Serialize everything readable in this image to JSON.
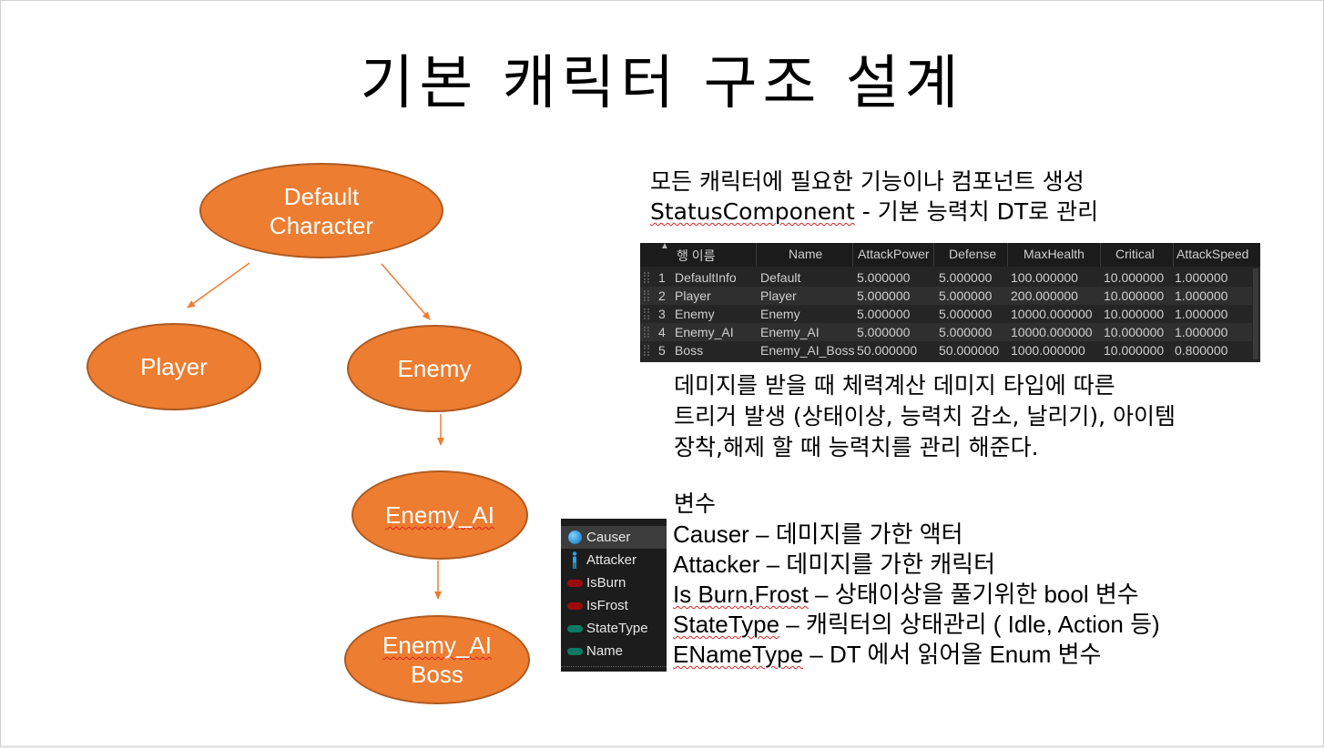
{
  "slide": {
    "title": "기본 캐릭터 구조 설계"
  },
  "hierarchy": {
    "nodes": [
      {
        "line1": "Default",
        "line2": "Character"
      },
      {
        "line1": "Player",
        "line2": ""
      },
      {
        "line1": "Enemy",
        "line2": ""
      },
      {
        "line1": "Enemy_AI",
        "line2": ""
      },
      {
        "line1": "Enemy_AI",
        "line2": "Boss"
      }
    ],
    "colors": {
      "fill": "#ed7d31",
      "outline": "#ae5a21",
      "text": "#ffffff",
      "arrow": "#ed7d31"
    }
  },
  "description": {
    "line1": "모든 캐릭터에 필요한 기능이나 컴포넌트 생성",
    "line2_prefix": "StatusComponent",
    "line2_suffix": " - 기본 능력치 DT로 관리"
  },
  "data_table": {
    "headers": [
      "행 이름",
      "Name",
      "AttackPower",
      "Defense",
      "MaxHealth",
      "Critical",
      "AttackSpeed"
    ],
    "rows": [
      {
        "index": "1",
        "cells": [
          "DefaultInfo",
          "Default",
          "5.000000",
          "5.000000",
          "100.000000",
          "10.000000",
          "1.000000"
        ]
      },
      {
        "index": "2",
        "cells": [
          "Player",
          "Player",
          "5.000000",
          "5.000000",
          "200.000000",
          "10.000000",
          "1.000000"
        ]
      },
      {
        "index": "3",
        "cells": [
          "Enemy",
          "Enemy",
          "5.000000",
          "5.000000",
          "10000.000000",
          "10.000000",
          "1.000000"
        ]
      },
      {
        "index": "4",
        "cells": [
          "Enemy_AI",
          "Enemy_AI",
          "5.000000",
          "5.000000",
          "10000.000000",
          "10.000000",
          "1.000000"
        ]
      },
      {
        "index": "5",
        "cells": [
          "Boss",
          "Enemy_AI_Boss",
          "50.000000",
          "50.000000",
          "1000.000000",
          "10.000000",
          "0.800000"
        ]
      }
    ],
    "colors": {
      "background": "#252525",
      "header": "#1b1b1b",
      "stripe": "#2f2f2f",
      "text": "#cfcfcf"
    }
  },
  "damage_description": {
    "lines": [
      "데미지를 받을 때 체력계산 데미지 타입에 따른",
      "트리거 발생 (상태이상, 능력치 감소, 날리기), 아이템",
      "장착,해제 할 때 능력치를 관리 해준다."
    ]
  },
  "variables": {
    "title": "변수",
    "items": [
      {
        "name": "Causer",
        "rest": " – 데미지를 가한 액터"
      },
      {
        "name": "Attacker",
        "rest": " – 데미지를 가한 캐릭터"
      },
      {
        "name": "Is Burn,Frost",
        "rest": " – 상태이상을 풀기위한 bool 변수"
      },
      {
        "name": "StateType",
        "rest": " – 캐릭터의 상태관리 ( Idle, Action 등)"
      },
      {
        "name": "ENameType",
        "rest": " – DT 에서 읽어올 Enum 변수"
      }
    ]
  },
  "variables_panel": {
    "items": [
      {
        "label": "Causer",
        "icon": "object-sphere-icon",
        "color": "#1e8fe0"
      },
      {
        "label": "Attacker",
        "icon": "character-icon",
        "color": "#2aa3e8"
      },
      {
        "label": "IsBurn",
        "icon": "boolean-pill-icon",
        "color": "#9c0c0c"
      },
      {
        "label": "IsFrost",
        "icon": "boolean-pill-icon",
        "color": "#9c0c0c"
      },
      {
        "label": "StateType",
        "icon": "enum-pill-icon",
        "color": "#0a7a62"
      },
      {
        "label": "Name",
        "icon": "enum-pill-icon",
        "color": "#0a7a62"
      }
    ]
  }
}
